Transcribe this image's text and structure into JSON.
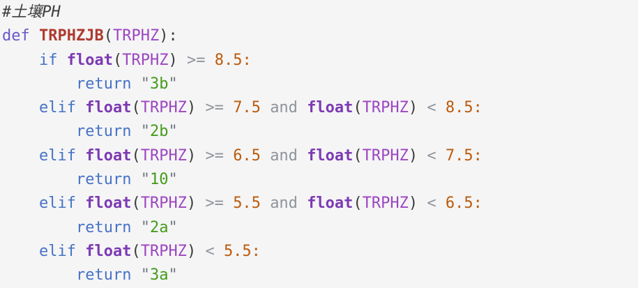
{
  "colors": {
    "bg": "#f5f5f6",
    "comment": "#3d3d3d",
    "kwdef": "#6a58c7",
    "kw": "#4672c4",
    "builtin": "#7c3ab3",
    "func": "#ae3b2f",
    "var": "#9c45c0",
    "punct": "#3a3a3a",
    "op": "#8f949a",
    "num": "#bc5a09",
    "strq": "#6e7780",
    "str": "#449c1a"
  },
  "code": {
    "language": "python",
    "comment_text": "#土壤PH",
    "function_name": "TRPHZJB",
    "parameter": "TRPHZ",
    "return_values": [
      "3b",
      "2b",
      "10",
      "2a",
      "3a"
    ],
    "thresholds": [
      "8.5",
      "7.5",
      "6.5",
      "5.5"
    ],
    "lines": [
      [
        {
          "t": "#土壤PH",
          "s": "comment"
        }
      ],
      [
        {
          "t": "def",
          "s": "kwdef"
        },
        {
          "t": " ",
          "s": "plain"
        },
        {
          "t": "TRPHZJB",
          "s": "func"
        },
        {
          "t": "(",
          "s": "punct"
        },
        {
          "t": "TRPHZ",
          "s": "var"
        },
        {
          "t": "):",
          "s": "punct"
        }
      ],
      [
        {
          "t": "    ",
          "s": "plain"
        },
        {
          "t": "if",
          "s": "kw"
        },
        {
          "t": " ",
          "s": "plain"
        },
        {
          "t": "float",
          "s": "builtin"
        },
        {
          "t": "(",
          "s": "punct"
        },
        {
          "t": "TRPHZ",
          "s": "var"
        },
        {
          "t": ")",
          "s": "punct"
        },
        {
          "t": " ",
          "s": "plain"
        },
        {
          "t": ">=",
          "s": "op"
        },
        {
          "t": " ",
          "s": "plain"
        },
        {
          "t": "8.5:",
          "s": "num"
        }
      ],
      [
        {
          "t": "        ",
          "s": "plain"
        },
        {
          "t": "return",
          "s": "kw"
        },
        {
          "t": " ",
          "s": "plain"
        },
        {
          "t": "\"",
          "s": "strq"
        },
        {
          "t": "3b",
          "s": "str"
        },
        {
          "t": "\"",
          "s": "strq"
        }
      ],
      [
        {
          "t": "    ",
          "s": "plain"
        },
        {
          "t": "elif",
          "s": "kw"
        },
        {
          "t": " ",
          "s": "plain"
        },
        {
          "t": "float",
          "s": "builtin"
        },
        {
          "t": "(",
          "s": "punct"
        },
        {
          "t": "TRPHZ",
          "s": "var"
        },
        {
          "t": ")",
          "s": "punct"
        },
        {
          "t": " ",
          "s": "plain"
        },
        {
          "t": ">=",
          "s": "op"
        },
        {
          "t": " ",
          "s": "plain"
        },
        {
          "t": "7.5",
          "s": "num"
        },
        {
          "t": " ",
          "s": "plain"
        },
        {
          "t": "and",
          "s": "op"
        },
        {
          "t": " ",
          "s": "plain"
        },
        {
          "t": "float",
          "s": "builtin"
        },
        {
          "t": "(",
          "s": "punct"
        },
        {
          "t": "TRPHZ",
          "s": "var"
        },
        {
          "t": ")",
          "s": "punct"
        },
        {
          "t": " ",
          "s": "plain"
        },
        {
          "t": "<",
          "s": "op"
        },
        {
          "t": " ",
          "s": "plain"
        },
        {
          "t": "8.5:",
          "s": "num"
        }
      ],
      [
        {
          "t": "        ",
          "s": "plain"
        },
        {
          "t": "return",
          "s": "kw"
        },
        {
          "t": " ",
          "s": "plain"
        },
        {
          "t": "\"",
          "s": "strq"
        },
        {
          "t": "2b",
          "s": "str"
        },
        {
          "t": "\"",
          "s": "strq"
        }
      ],
      [
        {
          "t": "    ",
          "s": "plain"
        },
        {
          "t": "elif",
          "s": "kw"
        },
        {
          "t": " ",
          "s": "plain"
        },
        {
          "t": "float",
          "s": "builtin"
        },
        {
          "t": "(",
          "s": "punct"
        },
        {
          "t": "TRPHZ",
          "s": "var"
        },
        {
          "t": ")",
          "s": "punct"
        },
        {
          "t": " ",
          "s": "plain"
        },
        {
          "t": ">=",
          "s": "op"
        },
        {
          "t": " ",
          "s": "plain"
        },
        {
          "t": "6.5",
          "s": "num"
        },
        {
          "t": " ",
          "s": "plain"
        },
        {
          "t": "and",
          "s": "op"
        },
        {
          "t": " ",
          "s": "plain"
        },
        {
          "t": "float",
          "s": "builtin"
        },
        {
          "t": "(",
          "s": "punct"
        },
        {
          "t": "TRPHZ",
          "s": "var"
        },
        {
          "t": ")",
          "s": "punct"
        },
        {
          "t": " ",
          "s": "plain"
        },
        {
          "t": "<",
          "s": "op"
        },
        {
          "t": " ",
          "s": "plain"
        },
        {
          "t": "7.5:",
          "s": "num"
        }
      ],
      [
        {
          "t": "        ",
          "s": "plain"
        },
        {
          "t": "return",
          "s": "kw"
        },
        {
          "t": " ",
          "s": "plain"
        },
        {
          "t": "\"",
          "s": "strq"
        },
        {
          "t": "10",
          "s": "str"
        },
        {
          "t": "\"",
          "s": "strq"
        }
      ],
      [
        {
          "t": "    ",
          "s": "plain"
        },
        {
          "t": "elif",
          "s": "kw"
        },
        {
          "t": " ",
          "s": "plain"
        },
        {
          "t": "float",
          "s": "builtin"
        },
        {
          "t": "(",
          "s": "punct"
        },
        {
          "t": "TRPHZ",
          "s": "var"
        },
        {
          "t": ")",
          "s": "punct"
        },
        {
          "t": " ",
          "s": "plain"
        },
        {
          "t": ">=",
          "s": "op"
        },
        {
          "t": " ",
          "s": "plain"
        },
        {
          "t": "5.5",
          "s": "num"
        },
        {
          "t": " ",
          "s": "plain"
        },
        {
          "t": "and",
          "s": "op"
        },
        {
          "t": " ",
          "s": "plain"
        },
        {
          "t": "float",
          "s": "builtin"
        },
        {
          "t": "(",
          "s": "punct"
        },
        {
          "t": "TRPHZ",
          "s": "var"
        },
        {
          "t": ")",
          "s": "punct"
        },
        {
          "t": " ",
          "s": "plain"
        },
        {
          "t": "<",
          "s": "op"
        },
        {
          "t": " ",
          "s": "plain"
        },
        {
          "t": "6.5:",
          "s": "num"
        }
      ],
      [
        {
          "t": "        ",
          "s": "plain"
        },
        {
          "t": "return",
          "s": "kw"
        },
        {
          "t": " ",
          "s": "plain"
        },
        {
          "t": "\"",
          "s": "strq"
        },
        {
          "t": "2a",
          "s": "str"
        },
        {
          "t": "\"",
          "s": "strq"
        }
      ],
      [
        {
          "t": "    ",
          "s": "plain"
        },
        {
          "t": "elif",
          "s": "kw"
        },
        {
          "t": " ",
          "s": "plain"
        },
        {
          "t": "float",
          "s": "builtin"
        },
        {
          "t": "(",
          "s": "punct"
        },
        {
          "t": "TRPHZ",
          "s": "var"
        },
        {
          "t": ")",
          "s": "punct"
        },
        {
          "t": " ",
          "s": "plain"
        },
        {
          "t": "<",
          "s": "op"
        },
        {
          "t": " ",
          "s": "plain"
        },
        {
          "t": "5.5:",
          "s": "num"
        }
      ],
      [
        {
          "t": "        ",
          "s": "plain"
        },
        {
          "t": "return",
          "s": "kw"
        },
        {
          "t": " ",
          "s": "plain"
        },
        {
          "t": "\"",
          "s": "strq"
        },
        {
          "t": "3a",
          "s": "str"
        },
        {
          "t": "\"",
          "s": "strq"
        }
      ]
    ]
  }
}
